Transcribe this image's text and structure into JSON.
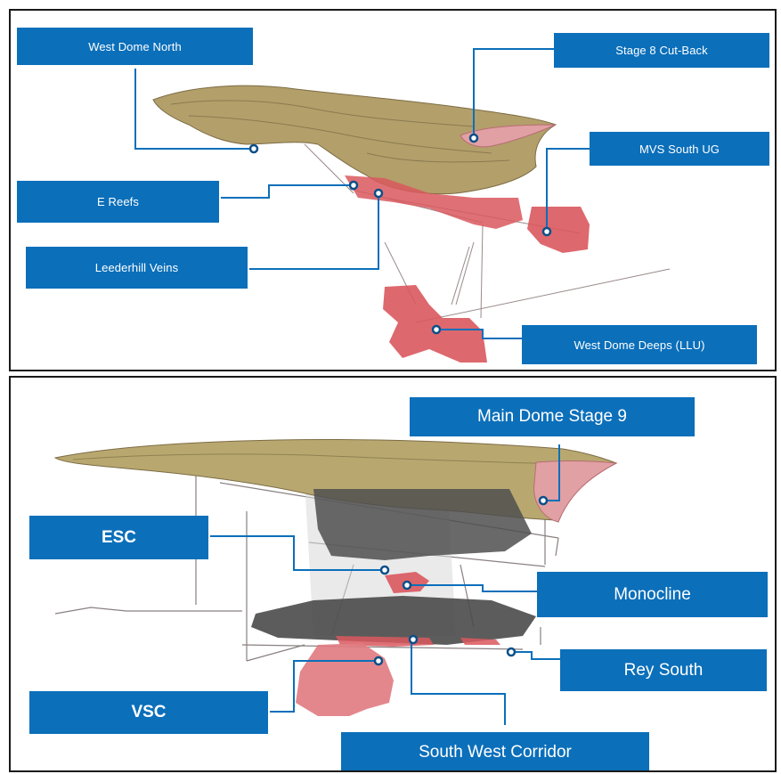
{
  "top_panel": {
    "labels": {
      "west_dome_north": "West Dome North",
      "stage8_cutback": "Stage 8 Cut-Back",
      "mvs_south_ug": "MVS South UG",
      "e_reefs": "E Reefs",
      "leederhill_veins": "Leederhill Veins",
      "west_dome_deeps": "West Dome Deeps (LLU)"
    }
  },
  "bottom_panel": {
    "labels": {
      "main_dome_stage9": "Main Dome Stage 9",
      "esc": "ESC",
      "monocline": "Monocline",
      "rey_south": "Rey South",
      "vsc": "VSC",
      "south_west_corridor": "South West Corridor"
    }
  },
  "colors": {
    "label_fill": "#0b6fba",
    "pit_fill": "#b39f6a",
    "underground_fill": "#d9585e",
    "development_fill": "#555555",
    "leader_line": "#0b6fba"
  }
}
